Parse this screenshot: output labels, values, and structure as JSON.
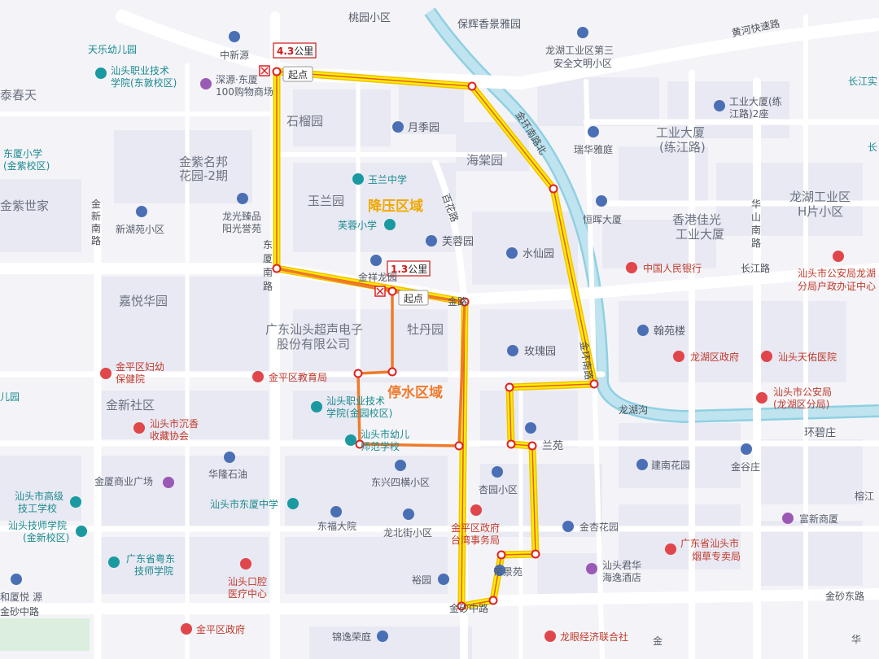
{
  "zones": {
    "pressure": "降压区域",
    "water_stop": "停水区域"
  },
  "distances": {
    "pressure_value": "4.3",
    "pressure_unit": "公里",
    "stop_value": "1.3",
    "stop_unit": "公里"
  },
  "start_label": "起点",
  "roads": [
    {
      "id": "huanghe-expressway",
      "text": "黄河快速路"
    },
    {
      "id": "dongxia-road",
      "text": "东厦南路"
    },
    {
      "id": "jinxin-road",
      "text": "金新南路"
    },
    {
      "id": "baihua-road",
      "text": "百花路"
    },
    {
      "id": "jinhuan-road-n",
      "text": "金环南路北"
    },
    {
      "id": "jinhuan-road-s",
      "text": "金环南路"
    },
    {
      "id": "changjiang-road",
      "text": "长江路"
    },
    {
      "id": "jinsha-road",
      "text": "金砂中路"
    },
    {
      "id": "jinsha-east-road",
      "text": "金砂东路"
    },
    {
      "id": "longhu-canal",
      "text": "龙湖沟"
    },
    {
      "id": "huashan-road",
      "text": "华山南路"
    },
    {
      "id": "jin-road",
      "text": "金路"
    }
  ],
  "pois": [
    {
      "id": "taoyuan",
      "text": "桃园小区"
    },
    {
      "id": "baohui",
      "text": "保辉香景雅园"
    },
    {
      "id": "longhu-industrial-3",
      "text": "龙湖工业区第三"
    },
    {
      "id": "longhu-industrial-3b",
      "text": "安全文明小区"
    },
    {
      "id": "tianle",
      "text": "天乐幼儿园"
    },
    {
      "id": "zhongxinyuan",
      "text": "中新源"
    },
    {
      "id": "vocational-dongxiao-1",
      "text": "汕头职业技术"
    },
    {
      "id": "vocational-dongxiao-2",
      "text": "学院(东敦校区)"
    },
    {
      "id": "shenyuan-1",
      "text": "深源·东厦"
    },
    {
      "id": "shenyuan-2",
      "text": "100购物商场"
    },
    {
      "id": "taichun",
      "text": "泰春天"
    },
    {
      "id": "shiliu",
      "text": "石榴园"
    },
    {
      "id": "yueji",
      "text": "月季园"
    },
    {
      "id": "haitang",
      "text": "海棠园"
    },
    {
      "id": "industrial-building-1",
      "text": "工业大厦(练"
    },
    {
      "id": "industrial-building-2",
      "text": "江路)2座"
    },
    {
      "id": "ruihua",
      "text": "瑞华雅庭"
    },
    {
      "id": "industrial-building-b1",
      "text": "工业大厦"
    },
    {
      "id": "industrial-building-b2",
      "text": "(练江路)"
    },
    {
      "id": "changjiang-shi",
      "text": "长江实"
    },
    {
      "id": "dongxia-school-1",
      "text": "东厦小学"
    },
    {
      "id": "dongxia-school-2",
      "text": "(金紫校区)"
    },
    {
      "id": "jinzi-mingbang-1",
      "text": "金紫名邦"
    },
    {
      "id": "jinzi-mingbang-2",
      "text": "花园-2期"
    },
    {
      "id": "yulan-school",
      "text": "玉兰中学"
    },
    {
      "id": "yulan-garden",
      "text": "玉兰园"
    },
    {
      "id": "furong-school",
      "text": "芙蓉小学"
    },
    {
      "id": "furong-garden",
      "text": "芙蓉园"
    },
    {
      "id": "jinzi-world",
      "text": "金紫世家"
    },
    {
      "id": "xinhu-yuan",
      "text": "新湖苑小区"
    },
    {
      "id": "longguang-1",
      "text": "龙光臻品"
    },
    {
      "id": "longguang-2",
      "text": "阳光誉苑"
    },
    {
      "id": "shuixian",
      "text": "水仙园"
    },
    {
      "id": "henghui",
      "text": "恒晖大厦"
    },
    {
      "id": "hk-jiaguang-1",
      "text": "香港佳光"
    },
    {
      "id": "hk-jiaguang-2",
      "text": "工业大厦"
    },
    {
      "id": "longhu-industrial-h1",
      "text": "龙湖工业区"
    },
    {
      "id": "longhu-industrial-h2",
      "text": "H片小区"
    },
    {
      "id": "boc",
      "text": "中国人民银行"
    },
    {
      "id": "police-longhu-1",
      "text": "汕头市公安局龙湖"
    },
    {
      "id": "police-longhu-2",
      "text": "分局户政办证中心"
    },
    {
      "id": "jinxiang-longyuan",
      "text": "金祥龙园"
    },
    {
      "id": "jiayue",
      "text": "嘉悦华园"
    },
    {
      "id": "ultrasound-1",
      "text": "广东汕头超声电子"
    },
    {
      "id": "ultrasound-2",
      "text": "股份有限公司"
    },
    {
      "id": "mudan",
      "text": "牡丹园"
    },
    {
      "id": "meigui",
      "text": "玫瑰园"
    },
    {
      "id": "hanyuan",
      "text": "翰苑楼"
    },
    {
      "id": "longhu-gov",
      "text": "龙湖区政府"
    },
    {
      "id": "tianyou",
      "text": "汕头天佑医院"
    },
    {
      "id": "maternity-1",
      "text": "金平区妇幼"
    },
    {
      "id": "maternity-2",
      "text": "保健院"
    },
    {
      "id": "edu-bureau",
      "text": "金平区教育局"
    },
    {
      "id": "kindergarten-left",
      "text": "儿园"
    },
    {
      "id": "jinxin-community",
      "text": "金新社区"
    },
    {
      "id": "vocational-jinyuan-1",
      "text": "汕头职业技术"
    },
    {
      "id": "vocational-jinyuan-2",
      "text": "学院(金园校区)"
    },
    {
      "id": "police-longhu-b1",
      "text": "汕头市公安局"
    },
    {
      "id": "police-longhu-b2",
      "text": "(龙湖区分局)"
    },
    {
      "id": "chenxiang-1",
      "text": "汕头市沉香"
    },
    {
      "id": "chenxiang-2",
      "text": "收藏协会"
    },
    {
      "id": "youer-normal-1",
      "text": "汕头市幼儿"
    },
    {
      "id": "youer-normal-2",
      "text": "师范学校"
    },
    {
      "id": "lanyuan",
      "text": "兰苑"
    },
    {
      "id": "huanbi",
      "text": "环碧庄"
    },
    {
      "id": "hualong-oil",
      "text": "华隆石油"
    },
    {
      "id": "dongxing",
      "text": "东兴四横小区"
    },
    {
      "id": "xingyuan",
      "text": "杏园小区"
    },
    {
      "id": "jiannan",
      "text": "建南花园"
    },
    {
      "id": "jingu",
      "text": "金谷庄"
    },
    {
      "id": "jinxia-plaza",
      "text": "金厦商业广场"
    },
    {
      "id": "senior-tech-1",
      "text": "汕头市高级"
    },
    {
      "id": "senior-tech-2",
      "text": "技工学校"
    },
    {
      "id": "dongxia-middle",
      "text": "汕头市东厦中学"
    },
    {
      "id": "jinping-taiwan-1",
      "text": "金平区政府"
    },
    {
      "id": "jinping-taiwan-2",
      "text": "台湾事务局"
    },
    {
      "id": "jinxing-garden",
      "text": "金杏花园"
    },
    {
      "id": "fuxin-mall",
      "text": "富新商厦"
    },
    {
      "id": "tech-normal-1",
      "text": "汕头技师学院"
    },
    {
      "id": "tech-normal-2",
      "text": "(金新校区)"
    },
    {
      "id": "dongfu",
      "text": "东福大院"
    },
    {
      "id": "longbei",
      "text": "龙北街小区"
    },
    {
      "id": "tobacco-1",
      "text": "广东省汕头市"
    },
    {
      "id": "tobacco-2",
      "text": "烟草专卖局"
    },
    {
      "id": "guangdong-tech-1",
      "text": "广东省粤东"
    },
    {
      "id": "guangdong-tech-2",
      "text": "技师学院"
    },
    {
      "id": "dental-1",
      "text": "汕头口腔"
    },
    {
      "id": "dental-2",
      "text": "医疗中心"
    },
    {
      "id": "dijing",
      "text": "帝景苑"
    },
    {
      "id": "junhua-1",
      "text": "汕头君华"
    },
    {
      "id": "junhua-2",
      "text": "海逸酒店"
    },
    {
      "id": "hexia-1",
      "text": "和厦悦"
    },
    {
      "id": "hexia-2",
      "text": "源"
    },
    {
      "id": "yuyuan",
      "text": "裕园"
    },
    {
      "id": "jinping-gov",
      "text": "金平区政府"
    },
    {
      "id": "jinyi",
      "text": "锦逸荣庭"
    },
    {
      "id": "longyan-econ",
      "text": "龙眼经济联合社"
    },
    {
      "id": "rongcheng",
      "text": "榕江"
    },
    {
      "id": "jin-edge",
      "text": "金"
    },
    {
      "id": "hua-edge",
      "text": "华"
    },
    {
      "id": "chang-edge",
      "text": "长"
    }
  ],
  "colors": {
    "background": "#f4f4f8",
    "block": "#e9e9f3",
    "road": "#ffffff",
    "main_road": "#fbfbfd",
    "river": "#bfe4ef",
    "river_edge": "#8fd0e3",
    "pressure_route": "#ffee00",
    "pressure_outline": "#f2c100",
    "stop_route": "#ef7a2a",
    "node": "#e02020",
    "zone_yellow": "#f0a800",
    "zone_orange": "#ef7a2a",
    "poi_blue": "#4a6fb5",
    "poi_red": "#e0464a",
    "poi_teal": "#1a9aa0",
    "poi_purple": "#9b59b6"
  }
}
